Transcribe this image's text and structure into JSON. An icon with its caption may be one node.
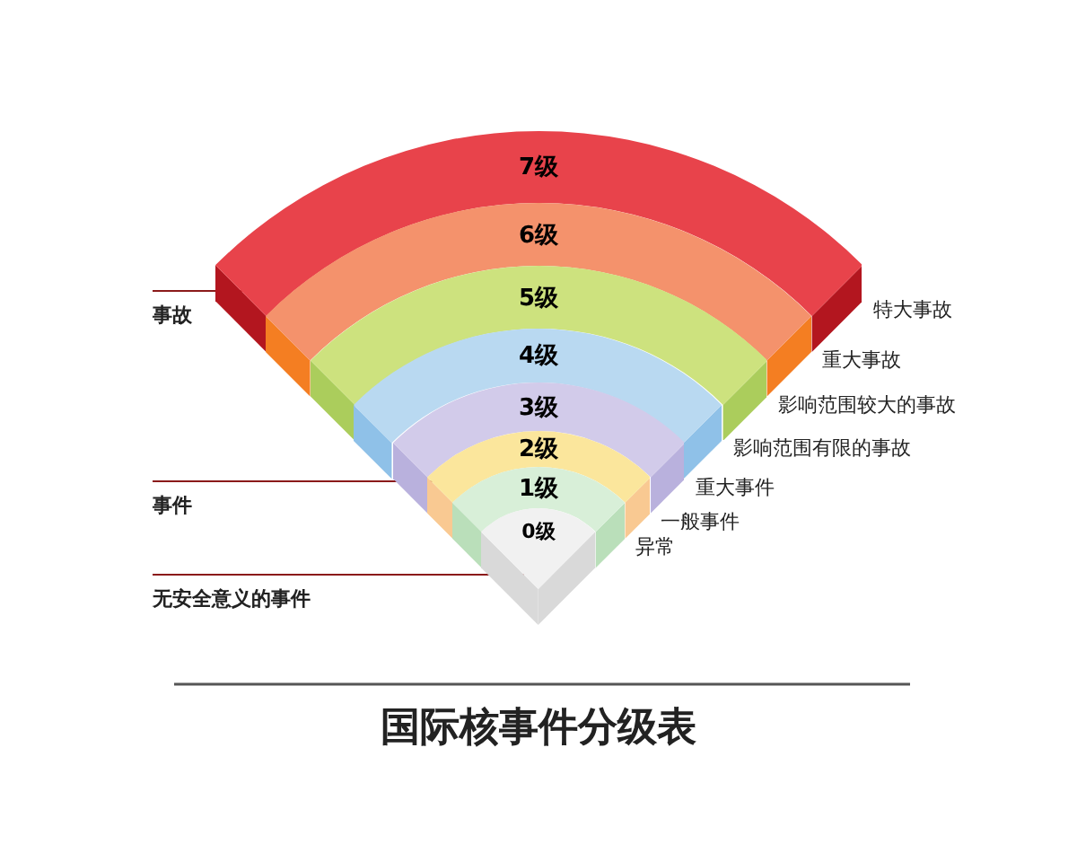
{
  "diagram": {
    "title": "国际核事件分级表",
    "nodes": [
      {
        "text": [
          "7级"
        ],
        "beside": [
          "特大事故"
        ]
      },
      {
        "text": [
          "6级"
        ],
        "beside": [
          "重大事故"
        ]
      },
      {
        "text": [
          "5级"
        ],
        "beside": [
          "影响范围较大的事故"
        ]
      },
      {
        "text": [
          "4级"
        ],
        "beside": [
          "影响范围有限的事故"
        ]
      },
      {
        "text": [
          "3级"
        ],
        "beside": [
          "重大事件"
        ]
      },
      {
        "text": [
          "2级"
        ],
        "beside": [
          "一般事件"
        ]
      },
      {
        "text": [
          "1级"
        ],
        "beside": [
          "异常"
        ]
      },
      {
        "text": [
          "0级"
        ]
      }
    ],
    "labels": [
      "事故",
      "事件",
      "无安全意义的事件"
    ]
  }
}
